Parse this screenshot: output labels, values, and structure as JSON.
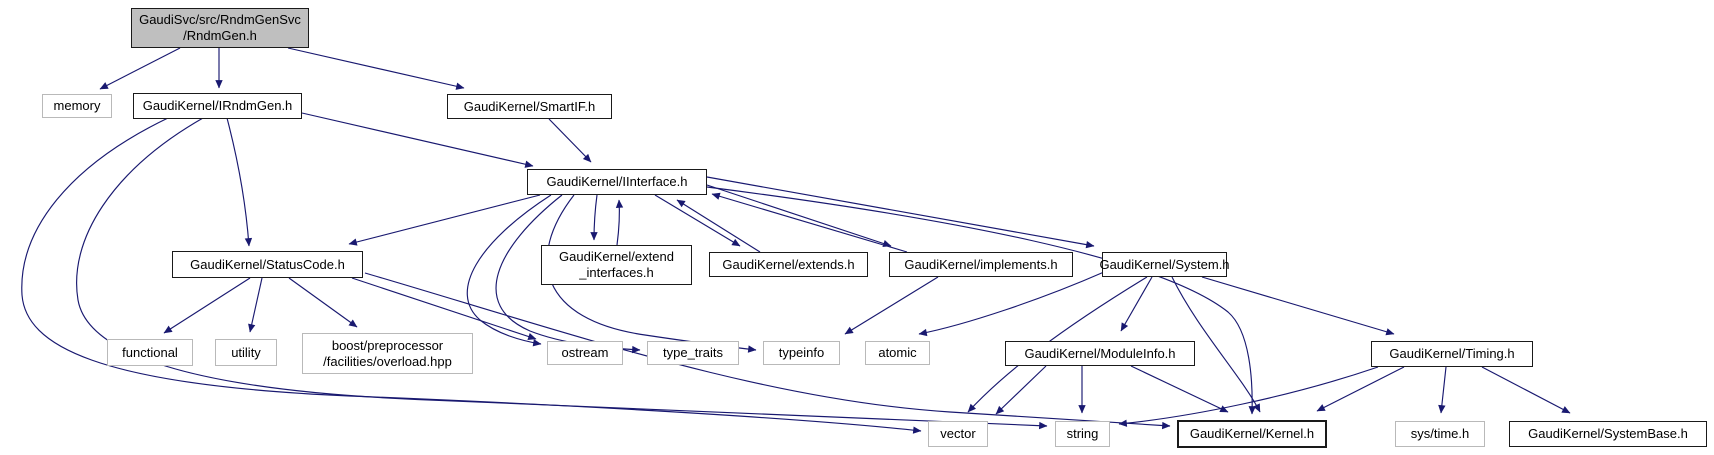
{
  "diagram": {
    "type": "include-dependency-graph",
    "colors": {
      "edge-color": "#191970",
      "root-fill": "#bfbfbf",
      "plain-border": "#b9b9b9",
      "node-border": "#1a1a1a"
    },
    "nodes": {
      "root": {
        "label": "GaudiSvc/src/RndmGenSvc\n/RndmGen.h"
      },
      "memory": {
        "label": "memory"
      },
      "irndmgen": {
        "label": "GaudiKernel/IRndmGen.h"
      },
      "smartif": {
        "label": "GaudiKernel/SmartIF.h"
      },
      "iinterface": {
        "label": "GaudiKernel/IInterface.h"
      },
      "statuscode": {
        "label": "GaudiKernel/StatusCode.h"
      },
      "extendint": {
        "label": "GaudiKernel/extend\n_interfaces.h"
      },
      "extends": {
        "label": "GaudiKernel/extends.h"
      },
      "implements": {
        "label": "GaudiKernel/implements.h"
      },
      "system": {
        "label": "GaudiKernel/System.h"
      },
      "functional": {
        "label": "functional"
      },
      "utility": {
        "label": "utility"
      },
      "boost": {
        "label": "boost/preprocessor\n/facilities/overload.hpp"
      },
      "ostream": {
        "label": "ostream"
      },
      "typetraits": {
        "label": "type_traits"
      },
      "typeinfo": {
        "label": "typeinfo"
      },
      "atomic": {
        "label": "atomic"
      },
      "moduleinfo": {
        "label": "GaudiKernel/ModuleInfo.h"
      },
      "timing": {
        "label": "GaudiKernel/Timing.h"
      },
      "vector": {
        "label": "vector"
      },
      "string": {
        "label": "string"
      },
      "kernel": {
        "label": "GaudiKernel/Kernel.h"
      },
      "systime": {
        "label": "sys/time.h"
      },
      "systembase": {
        "label": "GaudiKernel/SystemBase.h"
      }
    },
    "edges": [
      {
        "from": "root",
        "to": "memory"
      },
      {
        "from": "root",
        "to": "irndmgen"
      },
      {
        "from": "root",
        "to": "smartif"
      },
      {
        "from": "irndmgen",
        "to": "iinterface"
      },
      {
        "from": "irndmgen",
        "to": "statuscode"
      },
      {
        "from": "irndmgen",
        "to": "vector"
      },
      {
        "from": "irndmgen",
        "to": "string"
      },
      {
        "from": "smartif",
        "to": "iinterface"
      },
      {
        "from": "iinterface",
        "to": "statuscode"
      },
      {
        "from": "iinterface",
        "to": "extendint"
      },
      {
        "from": "extendint",
        "to": "iinterface"
      },
      {
        "from": "iinterface",
        "to": "extends"
      },
      {
        "from": "extends",
        "to": "iinterface"
      },
      {
        "from": "iinterface",
        "to": "implements"
      },
      {
        "from": "implements",
        "to": "iinterface"
      },
      {
        "from": "iinterface",
        "to": "system"
      },
      {
        "from": "iinterface",
        "to": "kernel"
      },
      {
        "from": "iinterface",
        "to": "ostream"
      },
      {
        "from": "iinterface",
        "to": "typetraits"
      },
      {
        "from": "iinterface",
        "to": "typeinfo"
      },
      {
        "from": "statuscode",
        "to": "functional"
      },
      {
        "from": "statuscode",
        "to": "utility"
      },
      {
        "from": "statuscode",
        "to": "boost"
      },
      {
        "from": "statuscode",
        "to": "ostream"
      },
      {
        "from": "statuscode",
        "to": "kernel"
      },
      {
        "from": "implements",
        "to": "typeinfo"
      },
      {
        "from": "system",
        "to": "atomic"
      },
      {
        "from": "system",
        "to": "moduleinfo"
      },
      {
        "from": "system",
        "to": "timing"
      },
      {
        "from": "system",
        "to": "kernel"
      },
      {
        "from": "system",
        "to": "vector"
      },
      {
        "from": "moduleinfo",
        "to": "vector"
      },
      {
        "from": "moduleinfo",
        "to": "string"
      },
      {
        "from": "moduleinfo",
        "to": "kernel"
      },
      {
        "from": "timing",
        "to": "string"
      },
      {
        "from": "timing",
        "to": "kernel"
      },
      {
        "from": "timing",
        "to": "systime"
      },
      {
        "from": "timing",
        "to": "systembase"
      }
    ]
  }
}
